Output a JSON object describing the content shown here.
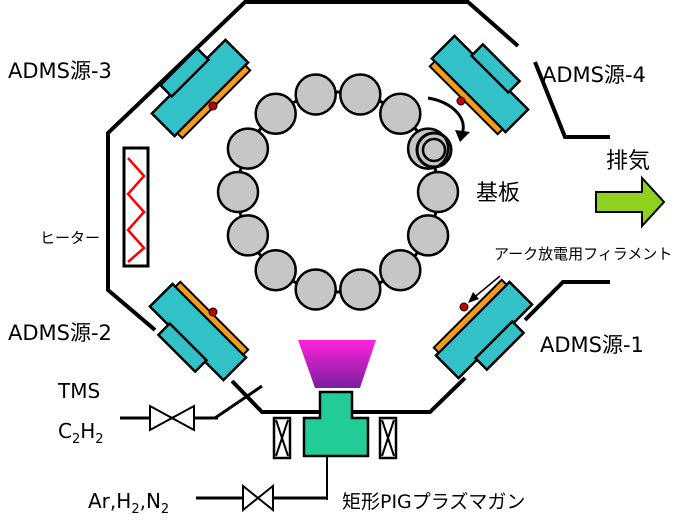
{
  "labels": {
    "adms1": "ADMS源-1",
    "adms2": "ADMS源-2",
    "adms3": "ADMS源-3",
    "adms4": "ADMS源-4",
    "exhaust": "排気",
    "substrate": "基板",
    "filament": "アーク放電用フィラメント",
    "heater": "ヒーター",
    "tms": "TMS",
    "c2h2_main": "C",
    "c2h2_sub1": "2",
    "c2h2_h": "H",
    "c2h2_sub2": "2",
    "gas_ar": "Ar,H",
    "gas_sub1": "2",
    "gas_n": ",N",
    "gas_sub2": "2",
    "pig_gun": "矩形PIGプラズマガン"
  },
  "colors": {
    "source_body": "#33c1c8",
    "target": "#f29b1e",
    "substrate": "#c6c6c6",
    "pig_gun": "#22cc99",
    "plasma_top": "#ff22dd",
    "plasma_bottom": "#7a1fa0",
    "arrow": "#8fd11e",
    "heater_zigzag": "#ff0000",
    "filament_dot": "#c00000"
  },
  "icons": {
    "rotation": "rotation-arrow-icon",
    "exhaust": "exhaust-arrow-icon",
    "valve": "valve-icon",
    "coil": "magnet-coil-icon"
  },
  "substrate_count": 14
}
